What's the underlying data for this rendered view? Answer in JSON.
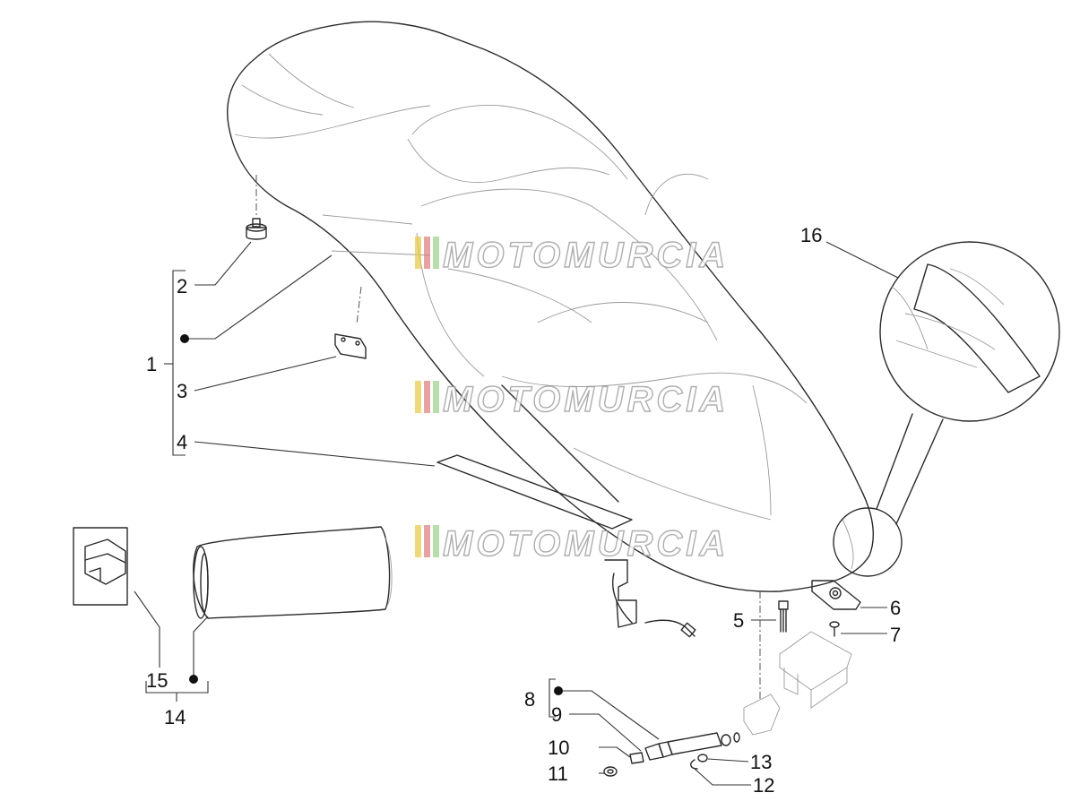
{
  "labels": {
    "l1": "1",
    "l2": "2",
    "l3": "3",
    "l4": "4",
    "l5": "5",
    "l6": "6",
    "l7": "7",
    "l8": "8",
    "l9": "9",
    "l10": "10",
    "l11": "11",
    "l12": "12",
    "l13": "13",
    "l14": "14",
    "l15": "15",
    "l16": "16"
  },
  "watermark": {
    "text": "MOTOMURCIA"
  },
  "colors": {
    "stripe1": "#e8c840",
    "stripe2": "#e07a7a",
    "stripe3": "#9ad08a",
    "ink": "#111111"
  }
}
